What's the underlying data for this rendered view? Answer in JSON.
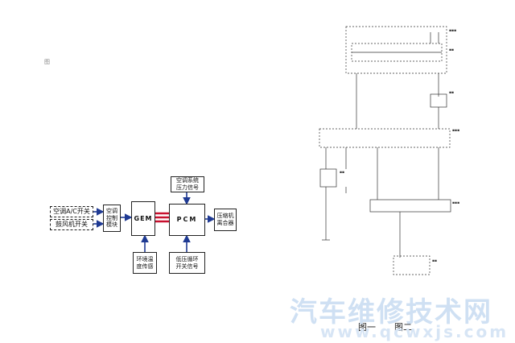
{
  "block_diagram": {
    "ac_switch": "空调A/C开关",
    "blower_switch": "鼓风机开关",
    "control_module": "空调\n控制\n模块",
    "gem": "GEM",
    "pcm": "PCM",
    "pressure_signal": "空调系统\n压力信号",
    "ambient_sensor": "环境温\n度传感",
    "low_pressure_switch": "低压循环\n开关信号",
    "compressor_clutch": "压缩机\n离合器"
  },
  "captions": {
    "left_marker": "图",
    "figure1": "图一",
    "figure2": "图二"
  },
  "watermark": {
    "title": "汽车维修技术网",
    "url": "www.qcwxjs.com"
  },
  "colors": {
    "link_red": "#c8102e",
    "arrow_blue": "#1f3a93",
    "watermark": "#cfe0f3"
  }
}
